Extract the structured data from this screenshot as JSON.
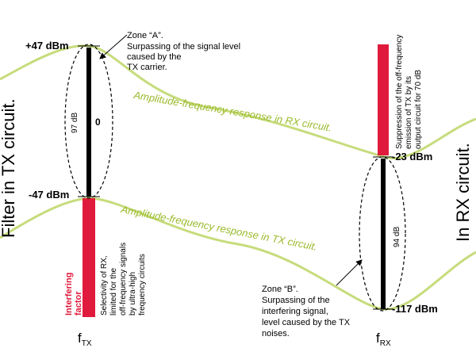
{
  "title_left": "Filter in TX circuit.",
  "title_right": "In RX circuit.",
  "axis": {
    "ftx_main": "f",
    "ftx_sub": "TX",
    "frx_main": "f",
    "frx_sub": "RX"
  },
  "levels": {
    "tx_top": "+47 dBm",
    "tx_bottom": "-47 dBm",
    "rx_top": "-23 dBm",
    "rx_bottom": "-117 dBm",
    "zero": "0",
    "tx_span": "97 dB",
    "rx_span": "94 dB"
  },
  "curves": {
    "rx_response": "Amplitude-frequency response in RX circuit.",
    "tx_response": "Amplitude-frequency response in TX circuit."
  },
  "zone_a": {
    "title": "Zone “A”.",
    "line1": "Surpassing of the signal level",
    "line2": "caused by the",
    "line3": "TX carrier."
  },
  "zone_b": {
    "title": "Zone “B”.",
    "line1": "Surpassing of the",
    "line2": "interfering signal,",
    "line3": "level caused by the TX",
    "line4": "noises."
  },
  "interfering": {
    "line1": "Interfering",
    "line2": "factor"
  },
  "selectivity": {
    "line1": "Selectivity of RX,",
    "line2": "limited for the",
    "line3": "off-frequency signals",
    "line4": "by ultra-high",
    "line5": "frequency circuits"
  },
  "suppression": {
    "line1": "Suppression of the off-frequency",
    "line2": "emission of TX by its",
    "line3": "output circuit for 70 dB"
  },
  "colors": {
    "curve": "#c6dc7c",
    "red_bar": "#e01a3c",
    "black_bar": "#000000"
  }
}
